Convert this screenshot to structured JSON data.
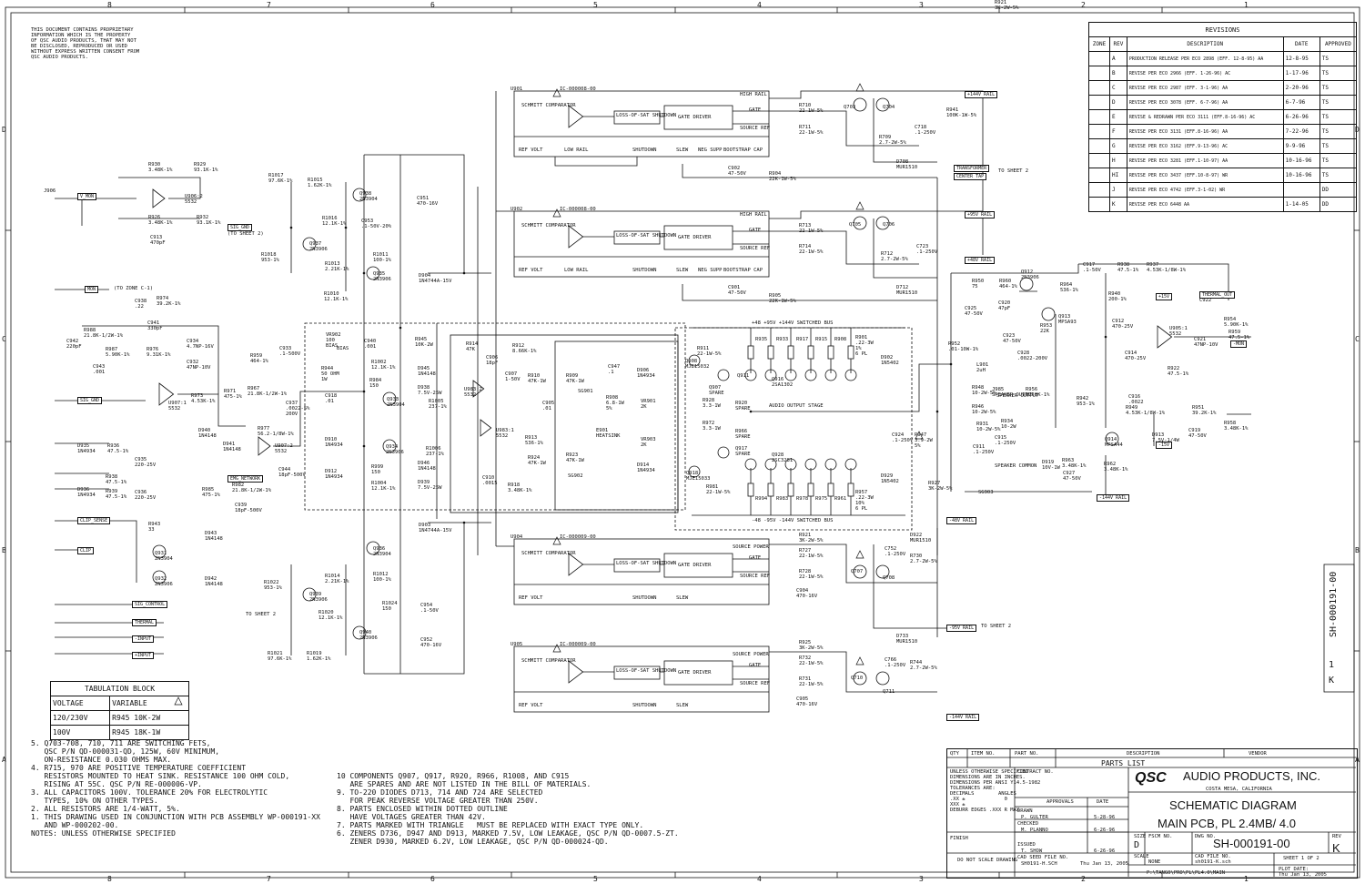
{
  "zones_top": [
    "8",
    "7",
    "6",
    "5",
    "4",
    "3",
    "2",
    "1"
  ],
  "zones_side": [
    "D",
    "C",
    "B",
    "A"
  ],
  "proprietary": [
    "THIS DOCUMENT CONTAINS PROPRIETARY",
    "INFORMATION WHICH IS THE PROPERTY",
    "OF QSC AUDIO PRODUCTS, THAT MAY NOT",
    "BE DISCLOSED, REPRODUCED OR USED",
    "WITHOUT EXPRESS WRITTEN CONSENT FROM",
    "QSC AUDIO PRODUCTS."
  ],
  "revisions": {
    "title": "REVISIONS",
    "headers": [
      "ZONE",
      "REV",
      "DESCRIPTION",
      "DATE",
      "APPROVED"
    ],
    "rows": [
      [
        "",
        "A",
        "PRODUCTION RELEASE PER ECO 2898 (EFF. 12-8-95) AA",
        "12-8-95",
        "TS"
      ],
      [
        "",
        "B",
        "REVISE PER ECO 2966 (EFF. 1-26-96) AC",
        "1-17-96",
        "TS"
      ],
      [
        "",
        "C",
        "REVISE PER ECO 2987 (EFF. 3-1-96) AA",
        "2-20-96",
        "TS"
      ],
      [
        "",
        "D",
        "REVISE PER ECO 3078 (EFF. 6-7-96) AA",
        "6-7-96",
        "TS"
      ],
      [
        "",
        "E",
        "REVISE & REDRAWN PER ECO 3111 (EFF.8-16-96) AC",
        "6-26-96",
        "TS"
      ],
      [
        "",
        "F",
        "REVISE PER ECO 3131 (EFF.8-16-96) AA",
        "7-22-96",
        "TS"
      ],
      [
        "",
        "G",
        "REVISE PER ECO 3162 (EFF.9-13-96) AC",
        "9-9-96",
        "TS"
      ],
      [
        "",
        "H",
        "REVISE PER ECO 3281 (EFF.1-10-97) AA",
        "10-16-96",
        "TS"
      ],
      [
        "",
        "HI",
        "REVISE PER ECO 3437 (EFF.10-8-97) WR",
        "10-16-96",
        "TS"
      ],
      [
        "",
        "J",
        "REVISE PER ECO 4742 (EFF.3-1-02) WR",
        "",
        "DD"
      ],
      [
        "",
        "K",
        "REVISE PER ECO 6448 AA",
        "1-14-05",
        "DD"
      ]
    ]
  },
  "ics": {
    "u901": {
      "ref": "U901",
      "ic": "IC-000008-00",
      "schmitt": "SCHMITT COMPARATOR",
      "loss": "LOSS-OF-SAT SHUTDOWN",
      "gate": "GATE DRIVER",
      "ref_volt": "REF VOLT",
      "low_rail": "LOW RAIL",
      "shutdown": "SHUTDOWN",
      "slew": "SLEW",
      "neg_supp": "NEG SUPP",
      "boot": "BOOTSTRAP CAP",
      "high_rail": "HIGH RAIL",
      "gate_pin": "GATE",
      "source_pin": "SOURCE REF"
    },
    "u902": {
      "ref": "U902",
      "ic": "IC-000008-00",
      "schmitt": "SCHMITT COMPARATOR",
      "loss": "LOSS-OF-SAT SHUTDOWN",
      "gate": "GATE DRIVER",
      "ref_volt": "REF VOLT",
      "low_rail": "LOW RAIL",
      "shutdown": "SHUTDOWN",
      "slew": "SLEW",
      "neg_supp": "NEG SUPP",
      "boot": "BOOTSTRAP CAP",
      "high_rail": "HIGH RAIL",
      "gate_pin": "GATE",
      "source_pin": "SOURCE REF"
    },
    "u904": {
      "ref": "U904",
      "ic": "IC-000009-00",
      "schmitt": "SCHMITT COMPARATOR",
      "loss": "LOSS-OF-SAT SHUTDOWN",
      "gate": "GATE DRIVER",
      "ref_volt": "REF VOLT",
      "shutdown": "SHUTDOWN",
      "slew": "SLEW",
      "power": "SOURCE POWER",
      "gate_pin": "GATE",
      "source_pin": "SOURCE REF"
    },
    "u905": {
      "ref": "U905",
      "ic": "IC-000009-00",
      "schmitt": "SCHMITT COMPARATOR",
      "loss": "LOSS-OF-SAT SHUTDOWN",
      "gate": "GATE DRIVER",
      "ref_volt": "REF VOLT",
      "shutdown": "SHUTDOWN",
      "slew": "SLEW",
      "power": "SOURCE POWER",
      "gate_pin": "GATE",
      "source_pin": "SOURCE REF"
    }
  },
  "labels": {
    "to_sheet2_a": "TO SHEET 2",
    "to_sheet2_b": "TO SHEET 2",
    "to_sheet2_c": "TO SHEET 2",
    "pos_bus": "+48 +95V +144V SWITCHED BUS",
    "neg_bus": "-48 -95V -144V SWITCHED BUS",
    "audio_stage": "AUDIO OUTPUT STAGE",
    "heatsink": "HEATSINK",
    "speaker_output": "SPEAKER OUTPUT",
    "speaker_common": "SPEAKER COMMON",
    "bias": "BIAS",
    "bias_vr": "VR902",
    "bias_100": "100",
    "j906": "J906",
    "v_mon": "V_MON",
    "sig_gnd": "SIG_GND",
    "clip_sense": "CLIP_SENSE",
    "to_zone": "(TO ZONE C-1)",
    "to_sheet2_small": "(TO SHEET 2)"
  },
  "components": [
    [
      "R930\n3.48K-1%",
      163,
      178
    ],
    [
      "R929\n93.1K-1%",
      213,
      178
    ],
    [
      "U906:2\n5532",
      203,
      213
    ],
    [
      "R926\n3.48K-1%",
      163,
      236
    ],
    [
      "R932\n93.1K-1%",
      216,
      236
    ],
    [
      "C913\n470pF",
      165,
      258
    ],
    [
      "R1017\n97.6K-1%",
      295,
      190
    ],
    [
      "R1015\n1.62K-1%",
      338,
      195
    ],
    [
      "Q938\n2N3904",
      395,
      210
    ],
    [
      "C951\n470-16V",
      458,
      215
    ],
    [
      "R1016\n12.1K-1%",
      354,
      237
    ],
    [
      "C953\n.1-50V-20%",
      397,
      240
    ],
    [
      "Q937\n2N3906",
      340,
      265
    ],
    [
      "R1018\n953-1%",
      287,
      277
    ],
    [
      "R1013\n2.21K-1%",
      357,
      287
    ],
    [
      "R1011\n100-1%",
      410,
      277
    ],
    [
      "Q935\n2N3906",
      410,
      298
    ],
    [
      "R1010\n12.1K-1%",
      356,
      320
    ],
    [
      "C938\n.22",
      148,
      328
    ],
    [
      "R974\n39.2K-1%",
      172,
      325
    ],
    [
      "R988\n21.8K-1/2W-1%",
      92,
      360
    ],
    [
      "C941\n330pF",
      162,
      352
    ],
    [
      "R987\n5.90K-1%",
      116,
      381
    ],
    [
      "R976\n9.31K-1%",
      161,
      381
    ],
    [
      "C942\n220pF",
      73,
      372
    ],
    [
      "C943\n.001",
      102,
      400
    ],
    [
      "C934\n4.7NP-16V",
      205,
      372
    ],
    [
      "C932\n47NP-10V",
      205,
      395
    ],
    [
      "R973\n4.53K-1%",
      210,
      432
    ],
    [
      "U907:1\n5532",
      185,
      440
    ],
    [
      "R971\n475-1%",
      246,
      427
    ],
    [
      "R959\n464-1%",
      275,
      388
    ],
    [
      "C933\n.1-500V",
      307,
      380
    ],
    [
      "R967\n21.8K-1/2W-1%",
      272,
      424
    ],
    [
      "C937\n.0022-5%\n200V",
      314,
      440
    ],
    [
      "C940\n.001",
      400,
      372
    ],
    [
      "VR902\n100\nBIAS",
      358,
      365
    ],
    [
      "R984\n150",
      406,
      415
    ],
    [
      "R1002\n12.1K-1%",
      408,
      395
    ],
    [
      "Q933\n2N3904",
      425,
      436
    ],
    [
      "R945\n10K-2W",
      456,
      370
    ],
    [
      "D945\n1N4148",
      459,
      402
    ],
    [
      "D938\n7.5V-25W",
      459,
      423
    ],
    [
      "R1005\n237-1%",
      471,
      438
    ],
    [
      "R1006\n237-1%",
      468,
      490
    ],
    [
      "Q934\n2N3906",
      424,
      488
    ],
    [
      "D946\n1N4148",
      459,
      506
    ],
    [
      "D939\n7.5V-25W",
      459,
      527
    ],
    [
      "R999\n150",
      408,
      510
    ],
    [
      "R1004\n12.1K-1%",
      408,
      528
    ],
    [
      "D910\n1N4934",
      357,
      480
    ],
    [
      "D912\n1N4934",
      357,
      515
    ],
    [
      "R977\n56.2-1/8W-1%",
      283,
      468
    ],
    [
      "U907:2\n5532",
      302,
      487
    ],
    [
      "C944\n18pF-500V",
      306,
      513
    ],
    [
      "R982\n21.8K-1/2W-1%",
      255,
      530
    ],
    [
      "R985\n475-1%",
      222,
      535
    ],
    [
      "C939\n18pF-500V",
      258,
      552
    ],
    [
      "D940\n1N4148",
      218,
      470
    ],
    [
      "D941\n1N4148",
      245,
      485
    ],
    [
      "D935\n1N4934",
      85,
      487
    ],
    [
      "R936\n47.5-1%",
      118,
      487
    ],
    [
      "C935\n220-25V",
      148,
      502
    ],
    [
      "R938\n47.5-1%",
      116,
      521
    ],
    [
      "D936\n1N4934",
      85,
      535
    ],
    [
      "R939\n47.5-1%",
      116,
      537
    ],
    [
      "C936\n220-25V",
      148,
      538
    ],
    [
      "R943\n33",
      163,
      573
    ],
    [
      "Q931\n2N3904",
      170,
      605
    ],
    [
      "D943\n1N4148",
      225,
      583
    ],
    [
      "Q932\n2N3906",
      170,
      633
    ],
    [
      "D942\n1N4148",
      225,
      633
    ],
    [
      "R1022\n953-1%",
      290,
      637
    ],
    [
      "Q939\n2N3906",
      340,
      650
    ],
    [
      "R1014\n2.21K-1%",
      357,
      630
    ],
    [
      "Q936\n2N3904",
      410,
      600
    ],
    [
      "R1012\n100-1%",
      410,
      628
    ],
    [
      "R1020\n12.1K-1%",
      350,
      670
    ],
    [
      "R1024\n150",
      420,
      660
    ],
    [
      "C954\n.1-50V",
      462,
      662
    ],
    [
      "R1021\n97.6K-1%",
      294,
      715
    ],
    [
      "R1019\n1.62K-1%",
      337,
      715
    ],
    [
      "Q940\n2N3906",
      395,
      692
    ],
    [
      "C952\n470-16V",
      462,
      700
    ],
    [
      "D904\n1N4744A-15V",
      460,
      300
    ],
    [
      "D903\n1N4744A-15V",
      460,
      574
    ],
    [
      "R914\n47K",
      512,
      375
    ],
    [
      "C906\n18pF",
      534,
      390
    ],
    [
      "R912\n8.66K-1%",
      563,
      377
    ],
    [
      "C907\n1-50V",
      555,
      408
    ],
    [
      "R910\n47K-1W",
      580,
      410
    ],
    [
      "R909\n47K-1W",
      622,
      410
    ],
    [
      "U983:2\n5532",
      510,
      425
    ],
    [
      "C947\n.1",
      668,
      400
    ],
    [
      "R908\n6.8-1W\n5%",
      666,
      434
    ],
    [
      "SG901",
      635,
      427
    ],
    [
      "C905\n.01",
      596,
      440
    ],
    [
      "U983:1\n5532",
      545,
      470
    ],
    [
      "R913\n536-1%",
      577,
      478
    ],
    [
      "R924\n47K-1W",
      580,
      500
    ],
    [
      "R923\n47K-1W",
      622,
      497
    ],
    [
      "C910\n.0015",
      530,
      522
    ],
    [
      "R918\n3.48K-1%",
      558,
      530
    ],
    [
      "SG902",
      624,
      520
    ],
    [
      "E901\nHEATSINK",
      655,
      470
    ],
    [
      "D906\n1N4934",
      700,
      404
    ],
    [
      "VR901\n2K",
      704,
      438
    ],
    [
      "VR903\n2K",
      704,
      480
    ],
    [
      "D914\n1N4934",
      700,
      508
    ],
    [
      "R911\n22-1W-5%",
      766,
      380
    ],
    [
      "Q908\nMJE15032",
      753,
      394
    ],
    [
      "Q907\nSPARE",
      779,
      423
    ],
    [
      "R928\n3.3-1W",
      772,
      437
    ],
    [
      "R920\nSPARE",
      808,
      440
    ],
    [
      "Q911",
      810,
      410
    ],
    [
      "R966\nSPARE",
      808,
      471
    ],
    [
      "Q917\nSPARE",
      808,
      490
    ],
    [
      "Q918\nMJE15033",
      754,
      517
    ],
    [
      "R981\n22-1W-5%",
      776,
      532
    ],
    [
      "R972\n3.3-1W",
      772,
      462
    ],
    [
      "Q916\n2SA1302",
      848,
      414
    ],
    [
      "Q928\n2SC3281",
      848,
      497
    ],
    [
      "R935",
      830,
      370
    ],
    [
      "R933",
      853,
      370
    ],
    [
      "R917",
      875,
      370
    ],
    [
      "R915",
      896,
      370
    ],
    [
      "R908",
      917,
      370
    ],
    [
      "R901\n.22-3W\n1%\n6 PL",
      940,
      368
    ],
    [
      "R994",
      830,
      545
    ],
    [
      "R983",
      853,
      545
    ],
    [
      "R978",
      875,
      545
    ],
    [
      "R975",
      896,
      545
    ],
    [
      "R961",
      917,
      545
    ],
    [
      "R957\n.22-3W\n10%\n6 PL",
      940,
      538
    ],
    [
      "D902\n1N5402",
      968,
      390
    ],
    [
      "D929\n1N5402",
      968,
      520
    ],
    [
      "C924\n.1-250V",
      980,
      475
    ],
    [
      "R947\n3.9-2W\n5%",
      1005,
      475
    ],
    [
      "R927\n3K-2W-5%",
      1020,
      528
    ],
    [
      "D922\nMUR1510",
      1000,
      585
    ],
    [
      "R710\n22-1W-5%",
      878,
      113
    ],
    [
      "R711\n22-1W-5%",
      878,
      137
    ],
    [
      "Q703",
      927,
      115
    ],
    [
      "Q704",
      970,
      115
    ],
    [
      "R941\n100K-1W-5%",
      1040,
      118
    ],
    [
      "C718\n.1-250V",
      1005,
      137
    ],
    [
      "R709\n2.7-2W-5%",
      966,
      148
    ],
    [
      "D708\nMUR1510",
      985,
      175
    ],
    [
      "C902\n47-50V",
      800,
      182
    ],
    [
      "R904\n22K-1W-5%",
      845,
      188
    ],
    [
      "R713\n22-1W-5%",
      878,
      245
    ],
    [
      "R714\n22-1W-5%",
      878,
      268
    ],
    [
      "Q705",
      933,
      244
    ],
    [
      "Q706",
      970,
      244
    ],
    [
      "R712\n2.7-2W-5%",
      968,
      276
    ],
    [
      "C723\n.1-250V",
      1007,
      268
    ],
    [
      "D712\nMUR1510",
      985,
      313
    ],
    [
      "C901\n47-50V",
      800,
      313
    ],
    [
      "R905\n22K-1W-5%",
      845,
      322
    ],
    [
      "R950\n75",
      1068,
      306
    ],
    [
      "R960\n464-1%",
      1098,
      306
    ],
    [
      "Q912\n2N3906",
      1122,
      296
    ],
    [
      "C925\n47-50V",
      1060,
      336
    ],
    [
      "C920\n47pF",
      1097,
      330
    ],
    [
      "R964\n536-1%",
      1165,
      310
    ],
    [
      "Q913\nMPSA93",
      1163,
      345
    ],
    [
      "R953\n22K",
      1143,
      355
    ],
    [
      "C923\n47-50V",
      1102,
      366
    ],
    [
      "C928\n.0022-200V",
      1118,
      385
    ],
    [
      "R952\n.01-10W-1%",
      1042,
      375
    ],
    [
      "L901\n2uH",
      1073,
      398
    ],
    [
      "R948\n10-2W-5%",
      1068,
      423
    ],
    [
      "R946\n10-2W-5%",
      1068,
      444
    ],
    [
      "R931\n10-2W-5%",
      1073,
      463
    ],
    [
      "C911\n.1-250V",
      1069,
      488
    ],
    [
      "R934\n10-2W",
      1100,
      460
    ],
    [
      "C915\n.1-250V",
      1093,
      478
    ],
    [
      "J985\nSPEAKER OUTPUT",
      1090,
      425
    ],
    [
      "SG903",
      1075,
      538
    ],
    [
      "R956\n97.6K-1%",
      1127,
      425
    ],
    [
      "R942\n953-1%",
      1183,
      435
    ],
    [
      "R963\n3.48K-1%",
      1167,
      503
    ],
    [
      "Q914\nMPSA44",
      1214,
      480
    ],
    [
      "R962\n3.48K-1%",
      1213,
      507
    ],
    [
      "D919\n10V-1W",
      1145,
      505
    ],
    [
      "C927\n47-50V",
      1168,
      517
    ],
    [
      "C917\n.1-50V",
      1190,
      288
    ],
    [
      "R938\n47.5-1%",
      1228,
      288
    ],
    [
      "R937\n4.53K-1/8W-1%",
      1260,
      288
    ],
    [
      "R940\n200-1%",
      1218,
      320
    ],
    [
      "C912\n470-25V",
      1222,
      350
    ],
    [
      "U905:1\n5532",
      1285,
      358
    ],
    [
      "C914\n470-25V",
      1236,
      385
    ],
    [
      "R922\n47.5-1%",
      1283,
      402
    ],
    [
      "C916\n.0022",
      1240,
      433
    ],
    [
      "R949\n4.53K-1/8W-1%",
      1237,
      445
    ],
    [
      "R951\n39.2K-1%",
      1310,
      445
    ],
    [
      "D913\n7.5V-1/4W",
      1266,
      475
    ],
    [
      "C919\n47-50V",
      1306,
      470
    ],
    [
      "R958\n3.48K-1%",
      1345,
      462
    ],
    [
      "C922",
      1318,
      327
    ],
    [
      "R954\n5.90K-1%",
      1345,
      348
    ],
    [
      "C921\n47NP-10V",
      1312,
      370
    ],
    [
      "R959\n47.5-1%",
      1350,
      362
    ],
    [
      "R921\n3K-2W-5%",
      1093,
      0
    ],
    [
      "R921\n3K-2W-5%",
      878,
      585
    ],
    [
      "R727\n22-1W-5%",
      878,
      602
    ],
    [
      "R728\n22-1W-5%",
      878,
      625
    ],
    [
      "Q707",
      935,
      625
    ],
    [
      "Q708",
      970,
      632
    ],
    [
      "C752\n.1-250V",
      972,
      600
    ],
    [
      "R730\n2.7-2W-5%",
      1000,
      608
    ],
    [
      "C904\n470-16V",
      875,
      646
    ],
    [
      "R925\n3K-2W-5%",
      878,
      703
    ],
    [
      "R732\n22-1W-5%",
      878,
      720
    ],
    [
      "R731\n22-1W-5%",
      878,
      743
    ],
    [
      "Q710",
      935,
      742
    ],
    [
      "Q711",
      970,
      757
    ],
    [
      "D733\nMUR1510",
      985,
      696
    ],
    [
      "C766\n.1-250V",
      972,
      722
    ],
    [
      "R744\n2.7-2W-5%",
      1000,
      725
    ],
    [
      "C905\n470-16V",
      875,
      765
    ],
    [
      "VR902\n100\nBIAS",
      0,
      0
    ],
    [
      "R944\n50 OHM\n1W",
      353,
      402
    ],
    [
      "C918\n.01",
      357,
      432
    ]
  ],
  "tabulation": {
    "title": "TABULATION BLOCK",
    "headers": [
      "VOLTAGE",
      "VARIABLE"
    ],
    "rows": [
      [
        "120/230V",
        "R945  10K-2W"
      ],
      [
        "100V",
        "R945  18K-1W"
      ]
    ]
  },
  "notes_left": [
    "5. Q703-708, 710, 711 ARE SWITCHING FETS,",
    "   QSC P/N QD-000031-QD, 125W, 60V MINIMUM,",
    "   ON-RESISTANCE 0.030 OHMS MAX.",
    "4. R715, 970 ARE POSITIVE TEMPERATURE COEFFICIENT",
    "   RESISTORS MOUNTED TO HEAT SINK. RESISTANCE 100 OHM COLD,",
    "   RISING AT 55C. QSC P/N RE-000006-VP.",
    "3. ALL CAPACITORS 100V. TOLERANCE 20% FOR ELECTROLYTIC",
    "   TYPES, 10% ON OTHER TYPES.",
    "2. ALL RESISTORS ARE 1/4-WATT, 5%.",
    "1. THIS DRAWING USED IN CONJUNCTION WITH PCB ASSEMBLY WP-000191-XX",
    "   AND WP-000202-00.",
    "NOTES: UNLESS OTHERWISE SPECIFIED"
  ],
  "notes_right": [
    "10 COMPONENTS Q907, Q917, R920, R966, R1008, AND C915",
    "   ARE SPARES AND ARE NOT LISTED IN THE BILL OF MATERIALS.",
    "9. TO-220 DIODES D713, 714 AND 724 ARE SELECTED",
    "   FOR PEAK REVERSE VOLTAGE GREATER THAN 250V.",
    "8. PARTS ENCLOSED WITHIN DOTTED OUTLINE",
    "   HAVE VOLTAGES GREATER THAN 42V.",
    "7. PARTS MARKED WITH TRIANGLE   MUST BE REPLACED WITH EXACT TYPE ONLY.",
    "6. ZENERS D736, D947 AND D913, MARKED 7.5V, LOW LEAKAGE, QSC P/N QD-0007.5-ZT.",
    "   ZENER D930, MARKED 6.2V, LOW LEAKAGE, QSC P/N QD-000024-QD."
  ],
  "title_block": {
    "parts_list": "PARTS LIST",
    "qty": "QTY",
    "item_no": "ITEM NO.",
    "part_no": "PART NO.",
    "description": "DESCRIPTION",
    "vendor": "VENDOR",
    "company": "AUDIO PRODUCTS, INC.",
    "city": "COSTA MESA, CALIFORNIA",
    "logo": "QSC",
    "title1": "SCHEMATIC DIAGRAM",
    "title2": "MAIN PCB, PL 2.4MB/ 4.0",
    "size_label": "SIZE",
    "size": "D",
    "fscm_label": "FSCM NO.",
    "dwg_label": "DWG NO.",
    "dwg_no": "SH-000191-00",
    "rev_label": "REV",
    "rev": "K",
    "scale_label": "SCALE",
    "scale": "NONE",
    "cad_label": "CAD FILE NO.",
    "cad_file": "sh0191-K.sch",
    "sheet": "SHEET 1 OF 2",
    "plot_date_label": "PLOT DATE:",
    "plot_date": "Thu Jan 13, 2005",
    "path": "P:\\TANGO\\PRO\\PL\\PL4.0\\MAIN",
    "contract": "CONTRACT NO.",
    "approvals": "APPROVALS",
    "date": "DATE",
    "drawn": "DRAWN",
    "drawn_by": "P. GULTER",
    "drawn_date": "5-28-96",
    "checked": "CHECKED",
    "checked_by": "M. PLANNO",
    "checked_date": "6-26-96",
    "issued": "ISSUED",
    "issued_by": "T. SHOW",
    "issued_date": "6-26-96",
    "spec": [
      "UNLESS OTHERWISE SPECIFIED",
      "DIMENSIONS ARE IN INCHES.",
      "DIMENSIONS PER ANSI Y14.5-1982",
      "TOLERANCES ARE:",
      "DECIMALS        ANGLES",
      ".XX ±             0",
      "XXX ±",
      "DEBURR EDGES .XXX R MAX"
    ],
    "finish": "FINISH",
    "no_scale": "DO NOT SCALE DRAWING",
    "cad_seed": "CAD SEED FILE NO.",
    "cad_seed_val": "SH0191-H.SCH",
    "cad_date": "Thu Jan 13, 2005"
  },
  "side_dwg": "SH-000191-00",
  "side_rev": "K",
  "side_sheet": "1"
}
